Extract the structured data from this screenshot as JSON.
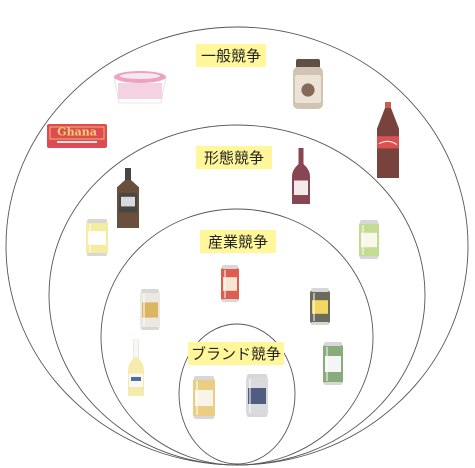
{
  "labels": {
    "general": "一般競争",
    "form": "形態競争",
    "industry": "産業競争",
    "brand": "ブランド競争"
  },
  "products": [
    {
      "name": "ice-cream-tub-icon",
      "kind": "tub",
      "colors": [
        "#f3c9dc",
        "#e88fb5",
        "#ffffff"
      ]
    },
    {
      "name": "coffee-jar-icon",
      "kind": "jar",
      "colors": [
        "#6b4a33",
        "#e8dccd",
        "#c8b8a5"
      ]
    },
    {
      "name": "chocolate-bar-icon",
      "kind": "bar",
      "text": "Ghana",
      "colors": [
        "#d6262f",
        "#f2c94c"
      ]
    },
    {
      "name": "cola-bottle-icon",
      "kind": "pet",
      "colors": [
        "#5a1a12",
        "#d62a2a",
        "#f5f5f5"
      ]
    },
    {
      "name": "whiskey-bottle-icon",
      "kind": "whiskey",
      "colors": [
        "#4a2a12",
        "#1e1e1e",
        "#ffffff"
      ]
    },
    {
      "name": "wine-bottle-icon",
      "kind": "wine",
      "colors": [
        "#6e1d2f",
        "#f2e6e8"
      ]
    },
    {
      "name": "highball-can-icon",
      "kind": "can",
      "colors": [
        "#f2e88c",
        "#ffffff",
        "#cfcfcf"
      ]
    },
    {
      "name": "green-beer-can-icon",
      "kind": "can",
      "colors": [
        "#b8d57a",
        "#f6f6e6",
        "#cfcfcf"
      ]
    },
    {
      "name": "red-chuhai-can-icon",
      "kind": "can",
      "colors": [
        "#d63a2a",
        "#f7e0c8",
        "#cfcfcf"
      ]
    },
    {
      "name": "sapporo-can-icon",
      "kind": "can",
      "colors": [
        "#e8e4d8",
        "#d4a640",
        "#cfcfcf"
      ]
    },
    {
      "name": "yona-yona-can-icon",
      "kind": "can",
      "colors": [
        "#4a4a3a",
        "#f0d040",
        "#cfcfcf"
      ]
    },
    {
      "name": "corona-bottle-icon",
      "kind": "clear",
      "colors": [
        "#f3e79c",
        "#f7f7f2",
        "#2c4b8a"
      ]
    },
    {
      "name": "green-mountain-can-icon",
      "kind": "can",
      "colors": [
        "#6e9a60",
        "#f4f4f4",
        "#cfcfcf"
      ]
    },
    {
      "name": "kirin-ichiban-can-icon",
      "kind": "can",
      "colors": [
        "#e6c46a",
        "#f7f2e4",
        "#cfcfcf"
      ]
    },
    {
      "name": "asahi-super-dry-can-icon",
      "kind": "can",
      "colors": [
        "#d0d3d6",
        "#2a3a64",
        "#cfcfcf"
      ]
    }
  ]
}
